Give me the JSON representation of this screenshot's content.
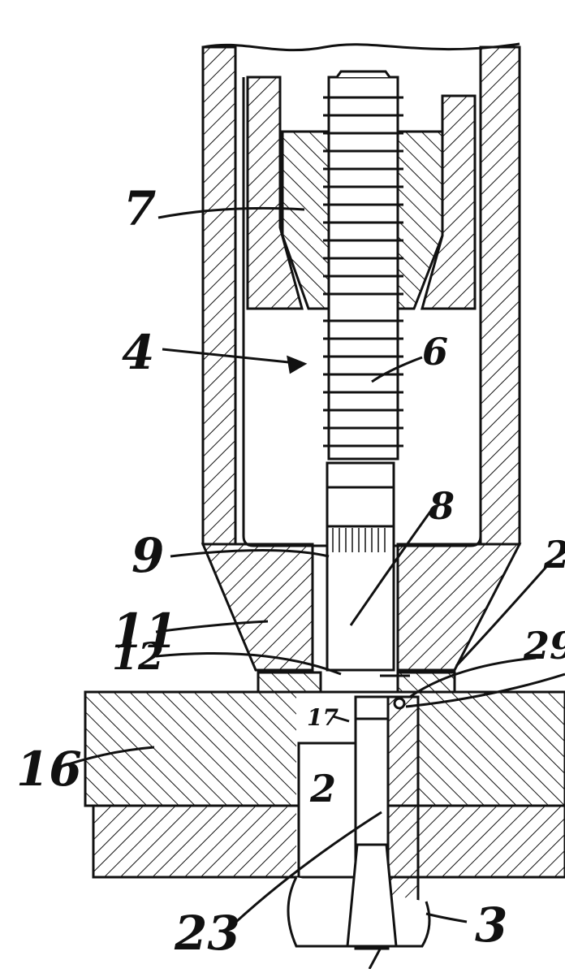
{
  "labels": {
    "l7": "7",
    "l4": "4",
    "l6": "6",
    "l8": "8",
    "l9": "9",
    "l11": "11",
    "l12": "12",
    "l2a": "2",
    "l29": "29",
    "l17": "17",
    "l2b": "2",
    "l16": "16",
    "l23": "23",
    "l3": "3"
  },
  "colors": {
    "ink": "#111111",
    "paper": "#ffffff"
  }
}
